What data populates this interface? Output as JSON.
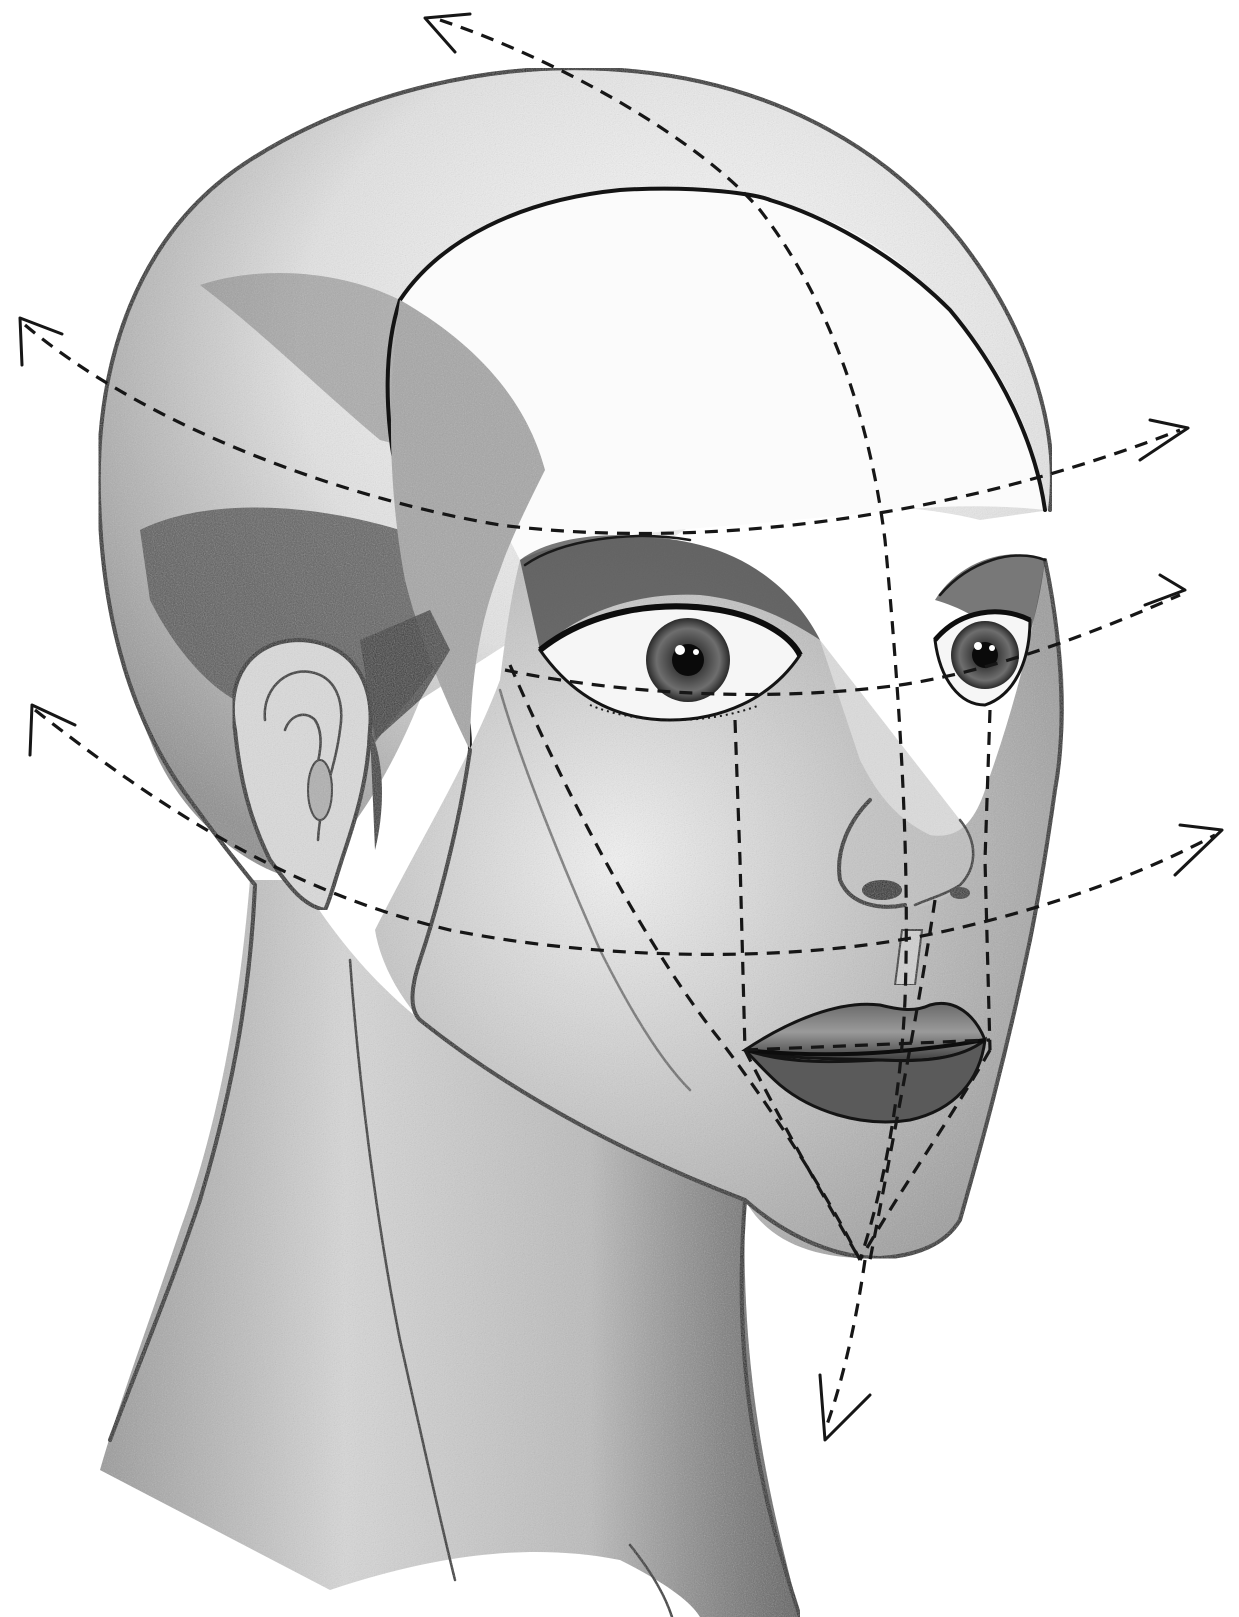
{
  "figure": {
    "subject": "head-proportion-guide",
    "style": "pencil-shaded-line-drawing",
    "colors": {
      "background": "#ffffff",
      "ink": "#141414",
      "guide": "#161616",
      "shade_light": "#bdbdbd",
      "shade_mid": "#8a8a8a",
      "shade_dark": "#3c3c3c"
    },
    "guides": {
      "horizontal_count": 4,
      "vertical_count": 3,
      "arrowheads": [
        "arrow-top-left",
        "arrow-upper-left",
        "arrow-upper-right",
        "arrow-mid-right",
        "arrow-lower-left",
        "arrow-lower-right",
        "arrow-bottom"
      ]
    }
  }
}
